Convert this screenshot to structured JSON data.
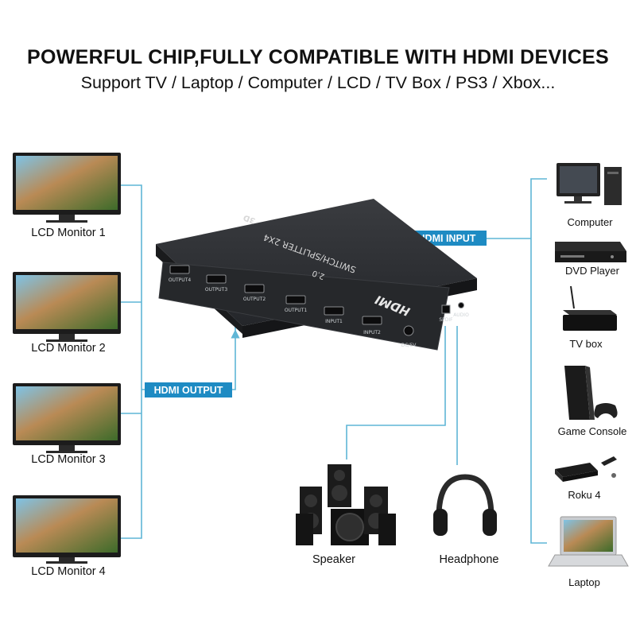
{
  "header": {
    "title": "POWERFUL CHIP,FULLY COMPATIBLE WITH HDMI DEVICES",
    "subtitle": "Support TV / Laptop / Computer / LCD / TV Box / PS3 / Xbox..."
  },
  "monitors": [
    {
      "label": "LCD Monitor 1"
    },
    {
      "label": "LCD Monitor 2"
    },
    {
      "label": "LCD Monitor 3"
    },
    {
      "label": "LCD Monitor 4"
    }
  ],
  "tags": {
    "input": "HDMI INPUT",
    "output": "HDMI OUTPUT"
  },
  "device": {
    "model": "SWITCH/SPLITTER 2X4",
    "version": "2.0",
    "feature": "3D",
    "logo": "HDMI",
    "ports": [
      "OUTPUT4",
      "OUTPUT3",
      "OUTPUT2",
      "OUTPUT1",
      "INPUT1",
      "INPUT2"
    ],
    "aux_ports": [
      "SPDIF",
      "AUDIO",
      "DC/5V"
    ]
  },
  "sources": [
    {
      "label": "Computer",
      "icon": "computer-icon"
    },
    {
      "label": "DVD Player",
      "icon": "dvd-player-icon"
    },
    {
      "label": "TV box",
      "icon": "tv-box-icon"
    },
    {
      "label": "Game Console",
      "icon": "game-console-icon"
    },
    {
      "label": "Roku 4",
      "icon": "roku-icon"
    },
    {
      "label": "Laptop",
      "icon": "laptop-icon"
    }
  ],
  "audio_outputs": [
    {
      "label": "Speaker",
      "icon": "speaker-icon"
    },
    {
      "label": "Headphone",
      "icon": "headphone-icon"
    }
  ],
  "colors": {
    "connector_line": "#5fb6d6",
    "tag_background": "#1e8bc3",
    "device_body": "#2b2d30"
  }
}
